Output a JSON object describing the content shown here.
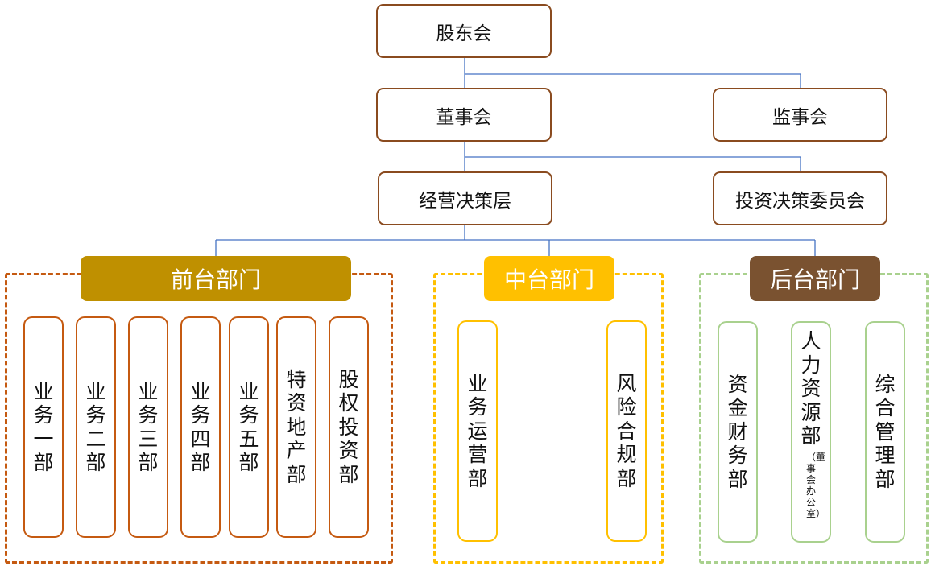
{
  "top_nodes": {
    "shareholders": "股东会",
    "board": "董事会",
    "supervisors": "监事会",
    "management": "经营决策层",
    "investment_committee": "投资决策委员会"
  },
  "groups": {
    "front": {
      "title": "前台部门",
      "color": "#bf9000",
      "depts": [
        "业务一部",
        "业务二部",
        "业务三部",
        "业务四部",
        "业务五部",
        "特资地产部",
        "股权投资部"
      ]
    },
    "middle": {
      "title": "中台部门",
      "color": "#ffc000",
      "depts": [
        "业务运营部",
        "风险合规部"
      ]
    },
    "back": {
      "title": "后台部门",
      "color": "#7a5230",
      "depts": [
        "资金财务部",
        "人力资源部",
        "综合管理部"
      ],
      "hr_note": "（董事会办公室）"
    }
  },
  "colors": {
    "node_border": "#8a4b1f",
    "connector": "#4472c4",
    "front_border": "#c55a11",
    "front_dept_border": "#c55a11",
    "middle_border": "#ffc000",
    "middle_dept_border": "#ffc000",
    "back_border": "#a9d18e",
    "back_dept_border": "#a9d18e"
  }
}
